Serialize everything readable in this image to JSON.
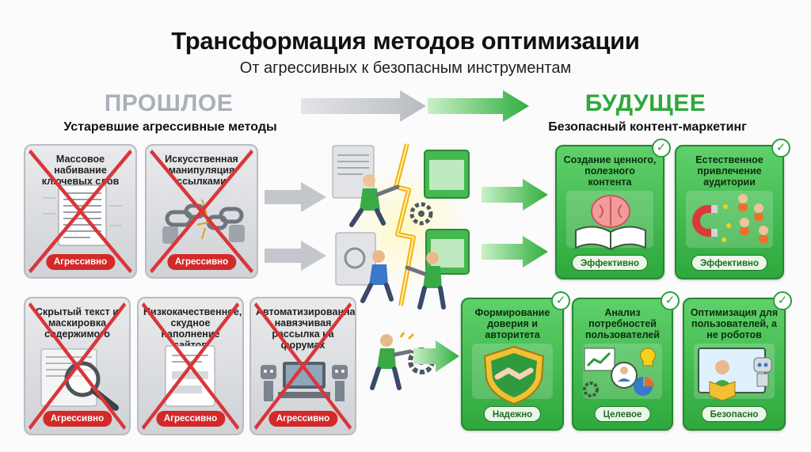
{
  "header": {
    "title": "Трансформация методов оптимизации",
    "subtitle": "От агрессивных к безопасным инструментам"
  },
  "past": {
    "heading": "ПРОШЛОЕ",
    "subheading": "Устаревшие агрессивные методы",
    "cards": [
      {
        "title": "Массовое набивание ключевых слов",
        "badge": "Агрессивно",
        "icon": "keyword-document-icon"
      },
      {
        "title": "Искусственная манипуляция ссылками",
        "badge": "Агрессивно",
        "icon": "broken-chain-icon"
      },
      {
        "title": "Скрытый текст и маскировка содержимого",
        "badge": "Агрессивно",
        "icon": "magnifier-icon"
      },
      {
        "title": "Низкокачественное, скудное наполнение сайтов",
        "badge": "Агрессивно",
        "icon": "thin-document-icon"
      },
      {
        "title": "Автоматизированная навязчивая рассылка на форумах",
        "badge": "Агрессивно",
        "icon": "spam-robots-icon"
      }
    ]
  },
  "future": {
    "heading": "БУДУЩЕЕ",
    "subheading": "Безопасный контент-маркетинг",
    "cards": [
      {
        "title": "Создание ценного, полезного контента",
        "badge": "Эффективно",
        "icon": "brain-book-icon"
      },
      {
        "title": "Естественное привлечение аудитории",
        "badge": "Эффективно",
        "icon": "magnet-audience-icon"
      },
      {
        "title": "Формирование доверия и авторитета",
        "badge": "Надежно",
        "icon": "handshake-shield-icon"
      },
      {
        "title": "Анализ потребностей пользователей",
        "badge": "Целевое",
        "icon": "analytics-icon"
      },
      {
        "title": "Оптимизация для пользователей, а не роботов",
        "badge": "Безопасно",
        "icon": "reader-icon"
      }
    ]
  },
  "colors": {
    "past_heading": "#aab0b8",
    "future_heading": "#2fa83c",
    "aggressive_badge": "#d32929",
    "future_card": "#3dbb49"
  }
}
